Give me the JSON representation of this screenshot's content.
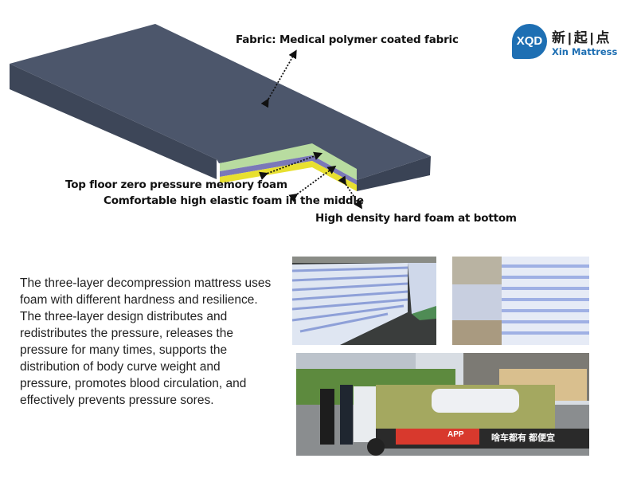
{
  "logo": {
    "badge": "XQD",
    "chinese": "新|起|点",
    "english": "Xin Mattress",
    "color": "#1e6fb3"
  },
  "diagram": {
    "labels": {
      "fabric": "Fabric: Medical polymer coated fabric",
      "top_layer": "Top floor zero pressure memory foam",
      "middle_layer": "Comfortable high elastic foam in the middle",
      "bottom_layer": "High density hard foam at bottom"
    },
    "colors": {
      "fabric": "#4a5468",
      "top_layer": "#b8dca0",
      "middle_layer": "#7a78b8",
      "bottom_layer": "#e8e030"
    }
  },
  "description": "The three-layer decompression mattress uses foam with different hardness and resilience. The three-layer design distributes and redistributes the pressure, releases the pressure for many times, supports the distribution of body curve weight and pressure, promotes blood circulation, and effectively prevents pressure sores.",
  "photos": {
    "truck_banner_left": "APP",
    "truck_banner_right": "啥车都有 都便宜"
  }
}
